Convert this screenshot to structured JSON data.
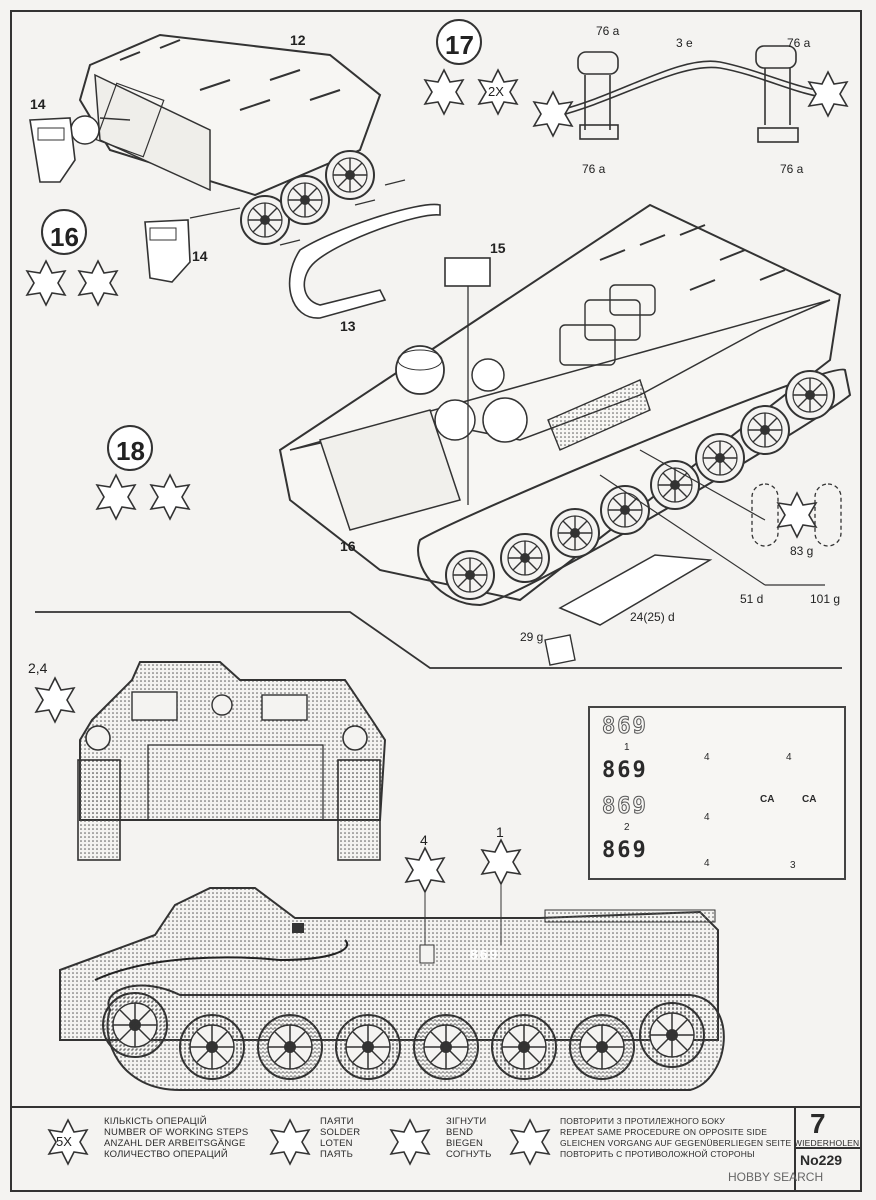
{
  "parts": {
    "p12": "12",
    "p14a": "14",
    "p14b": "14",
    "p13": "13",
    "p15": "15",
    "p16": "16",
    "p76a1": "76 a",
    "p3e": "3 e",
    "p76a2": "76 a",
    "p76a3": "76 a",
    "p76a4": "76 a",
    "p83g": "83 g",
    "p51d": "51 d",
    "p101g": "101 g",
    "p24": "24(25) d",
    "p29g": "29 g"
  },
  "steps": {
    "s16": "16",
    "s17": "17",
    "s18": "18",
    "repeat": "2X"
  },
  "decals": {
    "marker_24": "2,4",
    "marker_4": "4",
    "marker_1": "1",
    "numbers": [
      "869",
      "869",
      "869",
      "869"
    ],
    "labels": [
      "1",
      "4",
      "4",
      "2",
      "4",
      "4",
      "3"
    ],
    "side_number": "869",
    "ca": "CA"
  },
  "legend": {
    "count_badge": "5X",
    "count_text": [
      "КІЛЬКІСТЬ ОПЕРАЦІЙ",
      "NUMBER OF WORKING STEPS",
      "ANZAHL DER ARBEITSGÄNGE",
      "КОЛИЧЕСТВО ОПЕРАЦИЙ"
    ],
    "solder_text": [
      "ПАЯТИ",
      "SOLDER",
      "LOTEN",
      "ПАЯТЬ"
    ],
    "bend_text": [
      "ЗІГНУТИ",
      "BEND",
      "BIEGEN",
      "СОГНУТЬ"
    ],
    "repeat_text": [
      "ПОВТОРИТИ З ПРОТИЛЕЖНОГО БОКУ",
      "REPEAT SAME PROCEDURE ON OPPOSITE SIDE",
      "GLEICHEN VORGANG AUF GEGENÜBERLIEGEN SEITE WIEDERHOLEN",
      "ПОВТОРИТЬ С ПРОТИВОЛОЖНОЙ СТОРОНЫ"
    ],
    "page": "7",
    "model": "No229"
  },
  "watermark": "HOBBY SEARCH"
}
